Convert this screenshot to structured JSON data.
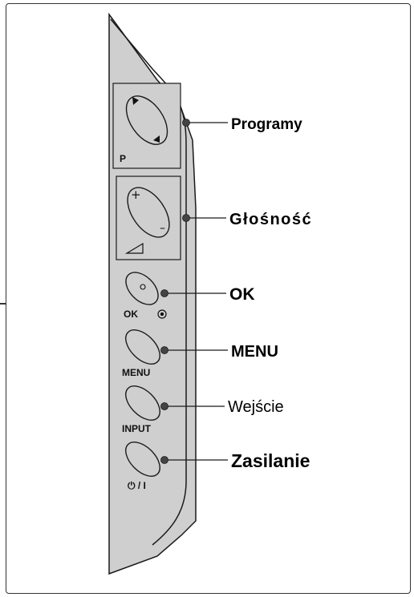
{
  "panel": {
    "channel_label": "P",
    "ok_label": "OK",
    "menu_label": "MENU",
    "input_label": "INPUT",
    "power_label": "⏻ / I"
  },
  "callouts": {
    "programy": "Programy",
    "glosnosc": "Głośność",
    "ok": "OK",
    "menu": "MENU",
    "wejscie": "Wejście",
    "zasilanie": "Zasilanie"
  },
  "colors": {
    "panel_fill": "#cfcfcf",
    "line": "#1a1a1a",
    "dot": "#444444"
  }
}
